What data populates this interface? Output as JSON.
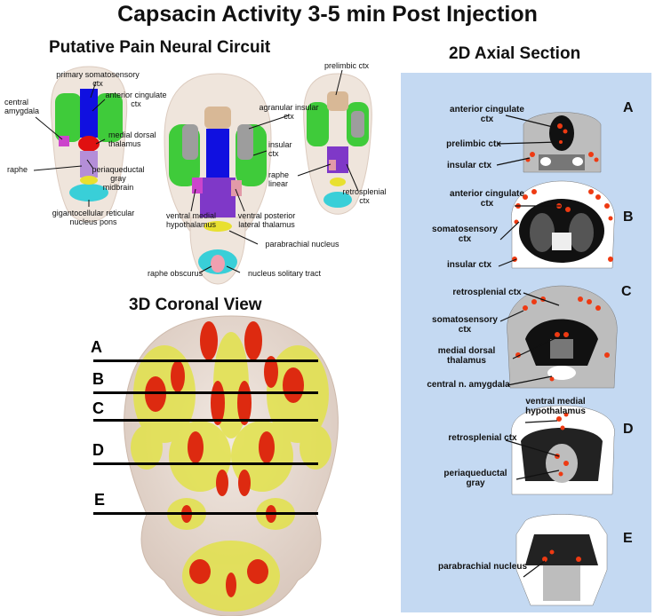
{
  "title": "Capsacin Activity 3-5 min Post Injection",
  "circuit": {
    "title": "Putative Pain Neural Circuit",
    "labels": {
      "primary_somatosensory": "primary somatosensory\nctx",
      "anterior_cingulate": "anterior cingulate\nctx",
      "central_amygdala": "central\namygdala",
      "medial_dorsal_thalamus": "medial dorsal\nthalamus",
      "raphe": "raphe",
      "periaqueductal": "periaqueductal\ngray\nmidbrain",
      "gigantocellular": "gigantocellular reticular\nnucleus pons",
      "prelimbic": "prelimbic ctx",
      "agranular_insular": "agranular insular\nctx",
      "insular": "insular\nctx",
      "raphe_linear": "raphe\nlinear",
      "retrosplenial": "retrosplenial\nctx",
      "ventral_medial_hypothalamus": "ventral medial\nhypothalamus",
      "ventral_posterior_lateral": "ventral posterior\nlateral thalamus",
      "parabrachial": "parabrachial nucleus",
      "raphe_obscurus": "raphe obscurus",
      "nucleus_solitary": "nucleus solitary tract"
    }
  },
  "coronal": {
    "title": "3D Coronal View",
    "letters": [
      "A",
      "B",
      "C",
      "D",
      "E"
    ]
  },
  "axial": {
    "title": "2D Axial Section",
    "letters": [
      "A",
      "B",
      "C",
      "D",
      "E"
    ],
    "labels": {
      "a_anterior_cingulate": "anterior cingulate\nctx",
      "a_prelimbic": "prelimbic ctx",
      "a_insular": "insular ctx",
      "b_anterior_cingulate": "anterior cingulate\nctx",
      "b_somatosensory": "somatosensory\nctx",
      "b_insular": "insular ctx",
      "c_retrosplenial": "retrosplenial ctx",
      "c_somatosensory": "somatosensory\nctx",
      "c_medial_dorsal": "medial dorsal\nthalamus",
      "c_central_amygdala": "central n. amygdala",
      "d_ventral_medial": "ventral medial\nhypothalamus",
      "d_retrosplenial": "retrosplenial ctx",
      "d_periaqueductal": "periaqueductal\ngray",
      "e_parabrachial": "parabrachial nucleus"
    }
  },
  "colors": {
    "panel_blue": "#c4d9f2",
    "brain_outline": "#e8d9cf",
    "cortex_green": "#3fcb3a",
    "insular_gray": "#9d9d9d",
    "cingulate_blue": "#1010e0",
    "thalamus_red": "#e01010",
    "midbrain_purple": "#7f38c8",
    "prelimbic_tan": "#d8b896",
    "pons_cyan": "#39cfd8",
    "parabrachial_yellow": "#e8e030",
    "activation_red": "#dd2a10",
    "activation_yellow": "#e2e24a"
  }
}
